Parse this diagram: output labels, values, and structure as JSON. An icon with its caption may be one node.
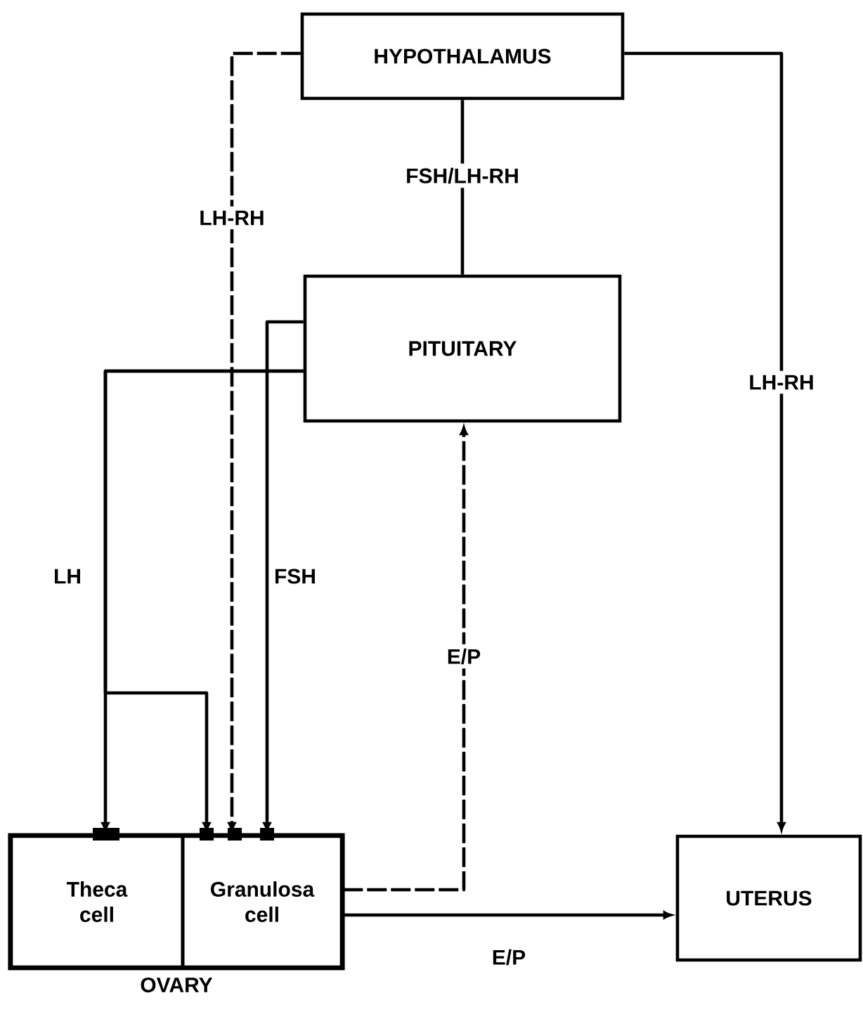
{
  "diagram": {
    "nodes": [
      {
        "text": [
          "HYPOTHALAMUS"
        ]
      },
      {
        "text": [
          "PITUITARY"
        ]
      },
      {
        "text": [
          "OVARY"
        ]
      },
      {
        "text": [
          "Theca cell"
        ],
        "in": 2
      },
      {
        "text": [
          "Granulosa cell"
        ],
        "in": 2
      },
      {
        "text": [
          "UTERUS"
        ]
      }
    ],
    "edges": [
      {
        "from": 0,
        "to": 4,
        "arrow": "to",
        "label": "LH-RH",
        "style": "dashed"
      },
      {
        "from": 0,
        "to": 1,
        "arrow": "none",
        "label": "FSH/LH-RH"
      },
      {
        "from": 0,
        "to": 5,
        "arrow": "to",
        "label": "LH-RH"
      },
      {
        "from": 1,
        "to": 3,
        "arrow": "to",
        "label": "LH"
      },
      {
        "from": 1,
        "to": 4,
        "arrow": "to"
      },
      {
        "from": 1,
        "to": 4,
        "arrow": "to",
        "label": "FSH"
      },
      {
        "from": 4,
        "to": 1,
        "arrow": "to",
        "label": "E/P",
        "style": "dashed"
      },
      {
        "from": 4,
        "to": 5,
        "arrow": "to",
        "label": "E/P"
      }
    ]
  }
}
